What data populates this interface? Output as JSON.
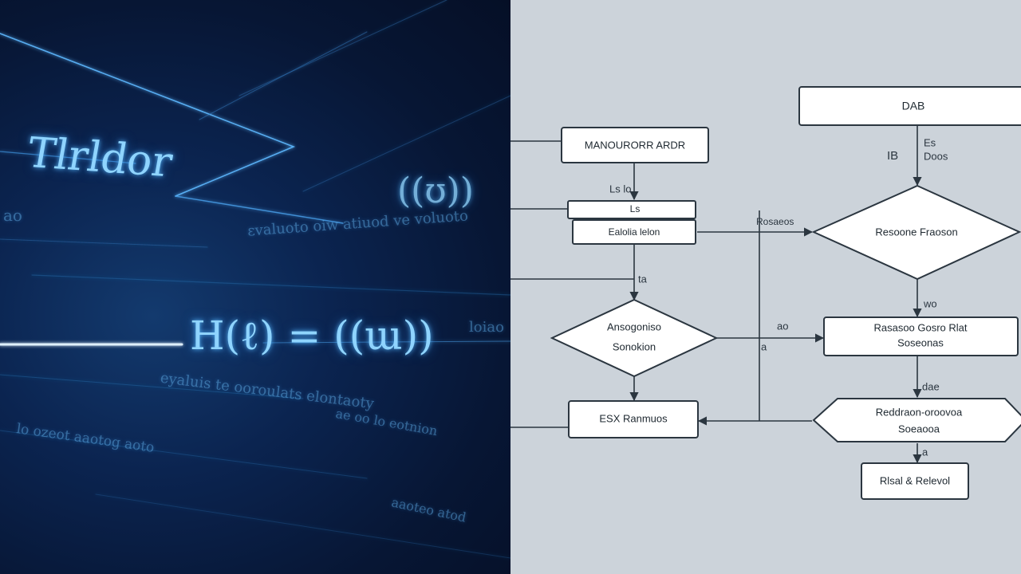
{
  "left": {
    "title": "Tlrldor",
    "tag_small": "ao",
    "formula_upper": "((ʊ))",
    "formula_main": "H(ℓ) = ((ɯ))",
    "scroll_texts": [
      "ɛvaluoto oiw atiuod ve voluoto",
      "eyaluis te ooroulats elontaoty",
      "lo ozeot aaotog aoto",
      "ae oo lo eotnion",
      "aaoteo atod",
      "loiao"
    ]
  },
  "flowchart": {
    "nodes": {
      "start": "DAB",
      "process_top": "MANOURORR ARDR",
      "stacked_upper": "Ls",
      "stacked_lower": "Ealolia lelon",
      "decision_left_line1": "Ansogoniso",
      "decision_left_line2": "Sonokion",
      "end_left": "ESX Ranmuos",
      "decision_right": "Resoone Fraoson",
      "process_right_line1": "Rasasoo Gosro Rlat",
      "process_right_line2": "Soseonas",
      "hex_line1": "Reddraon-oroovoa",
      "hex_line2": "Soeaooa",
      "end_right": "Rlsal & Relevol"
    },
    "edge_labels": {
      "top_right_a": "Es",
      "top_right_b": "Doos",
      "top_right_c": "IB",
      "between_top": "Ls  lo",
      "below_stacked": "ta",
      "bridge": "Rosaeos",
      "right_down_1": "wo",
      "mid_yes": "ao",
      "mid_yes_2": "a",
      "right_down_2": "dae",
      "right_down_3": "a"
    }
  }
}
